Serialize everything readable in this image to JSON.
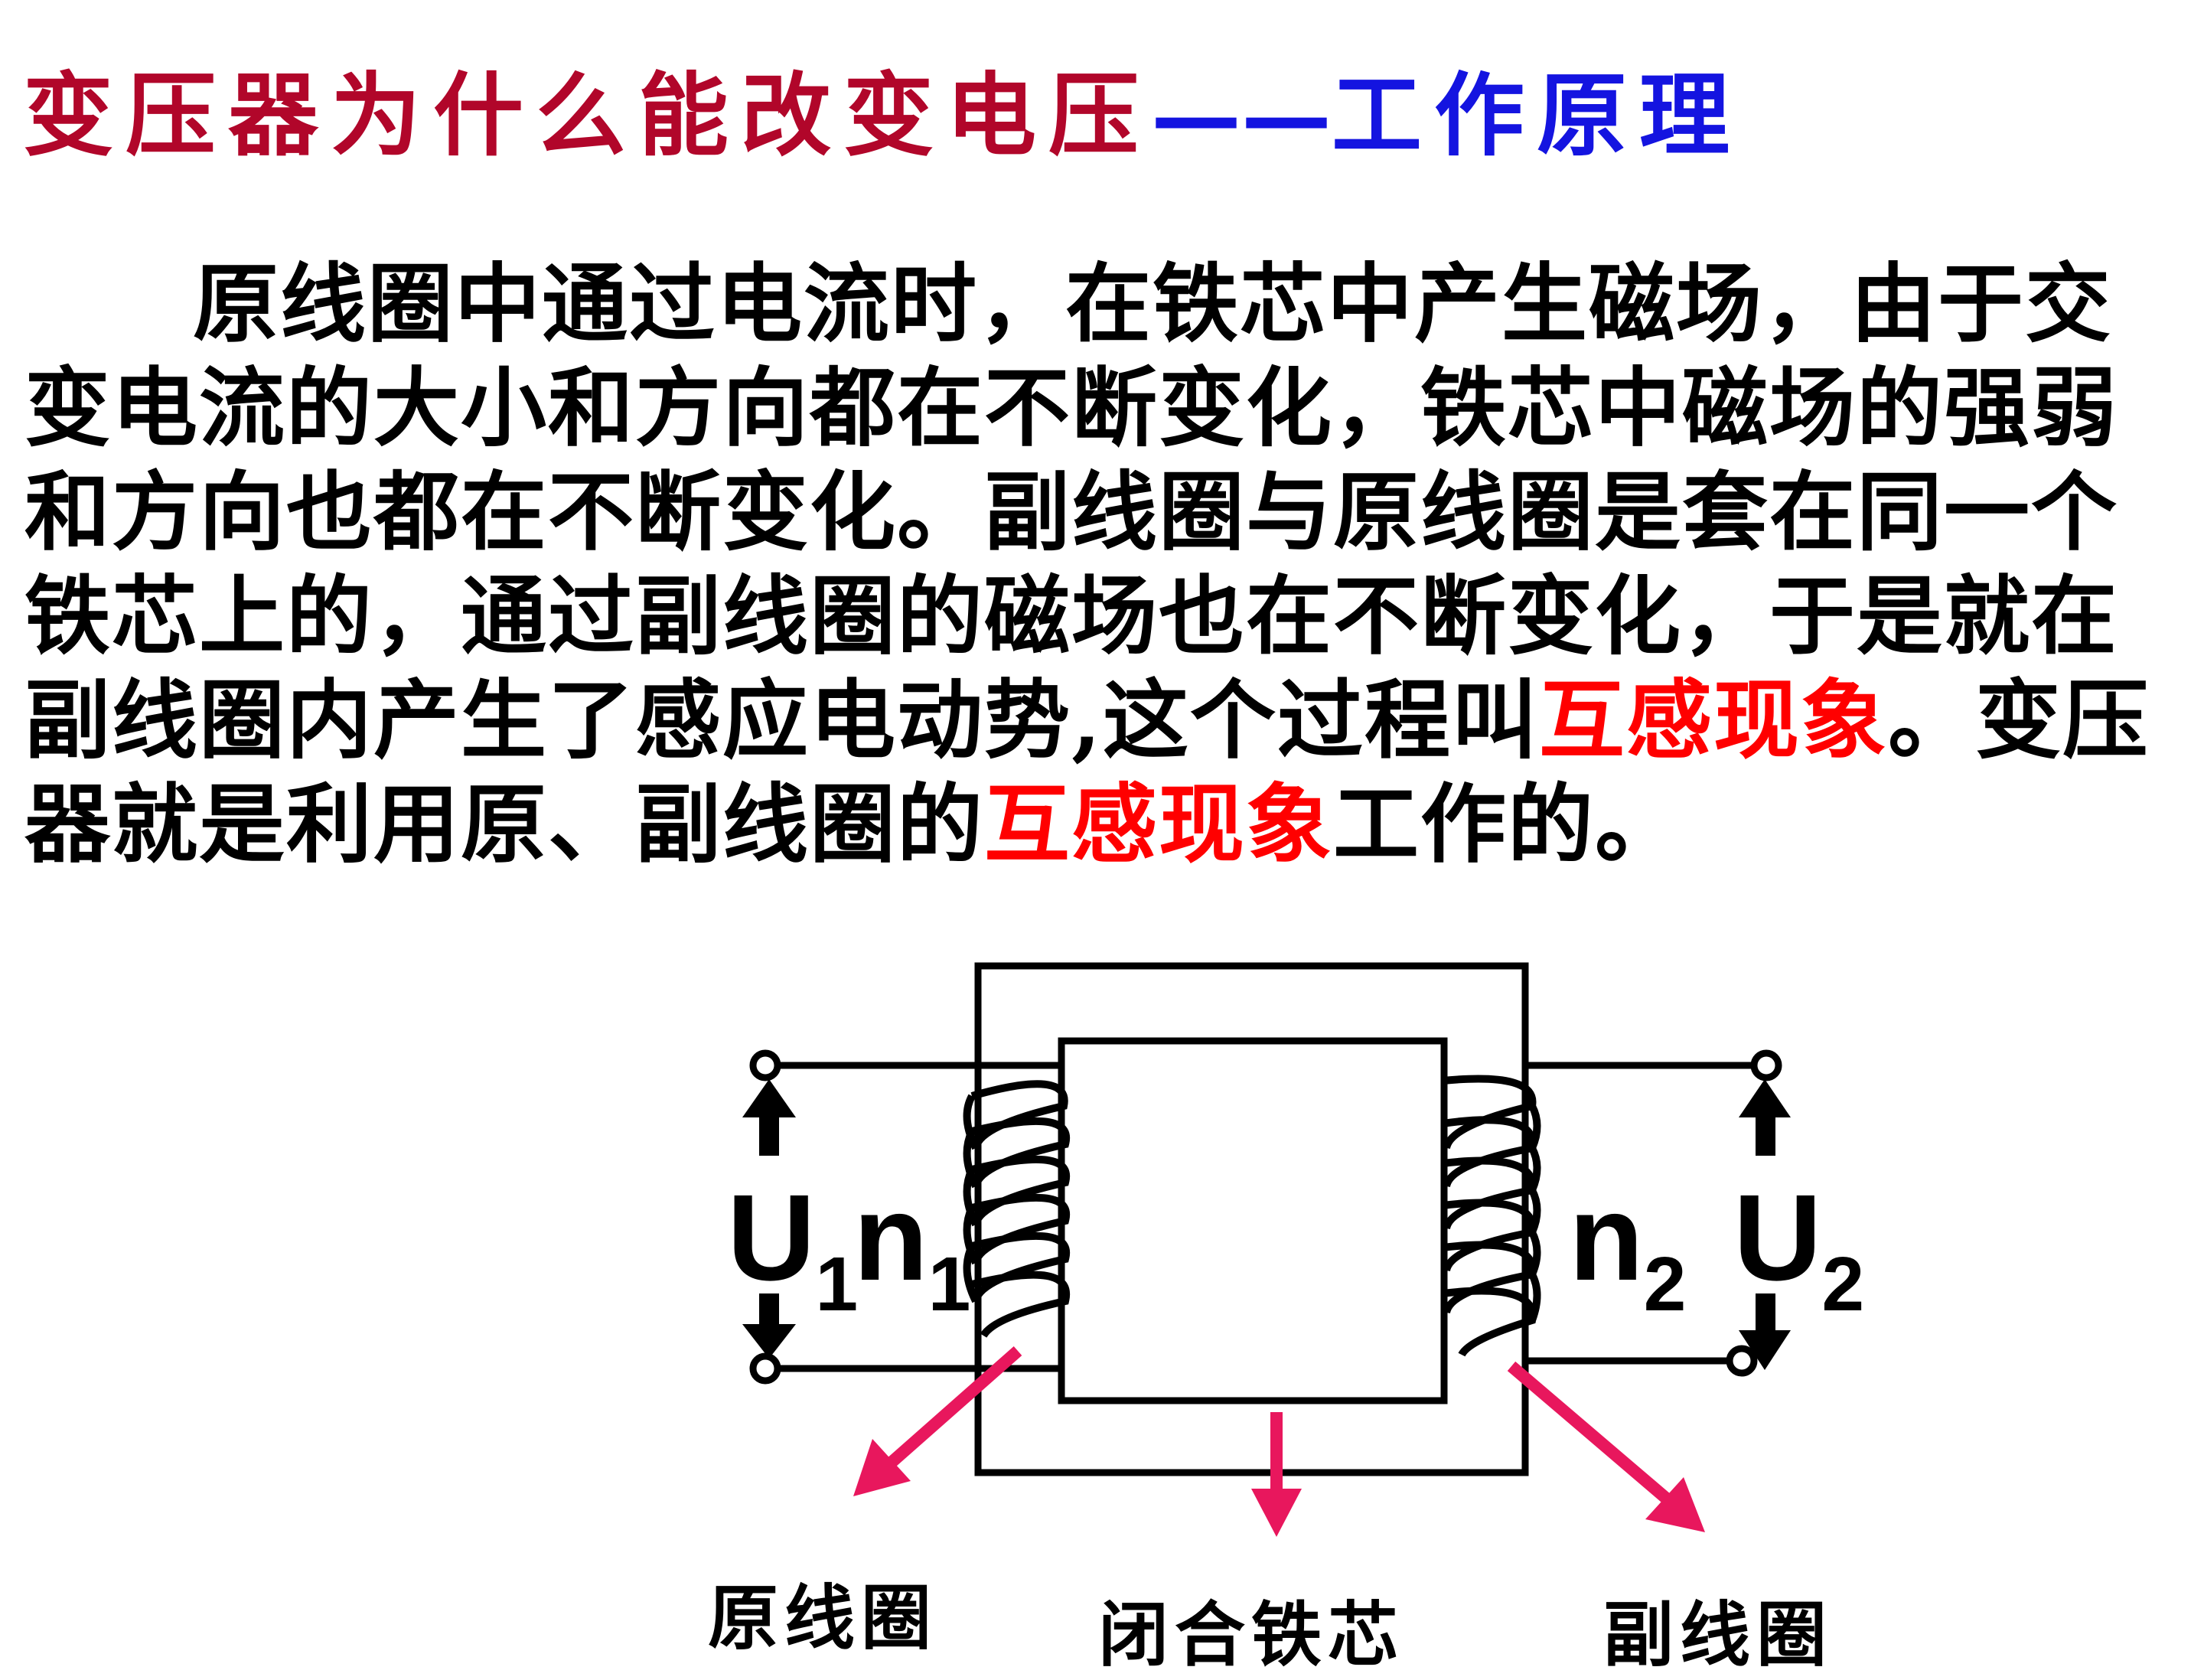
{
  "title": {
    "main": "变压器为什么能改变电压",
    "dash": "——",
    "sub": "工作原理"
  },
  "paragraph": {
    "line1": "原线圈中通过电流时，在铁芯中产生磁场，由于交",
    "line2": "变电流的大小和方向都在不断变化，铁芯中磁场的强弱",
    "line3": "和方向也都在不断变化。副线圈与原线圈是套在同一个",
    "line4": "铁芯上的，通过副线圈的磁场也在不断变化，于是就在",
    "line5a": "副线圈内产生了感应电动势,这个过程叫",
    "line5b": "互感现象",
    "line5c": "。变压",
    "line6a": "器就是利用原、副线圈的",
    "line6b": "互感现象",
    "line6c": "工作的。"
  },
  "diagram": {
    "u1": "U",
    "u1_sub": "1",
    "n1": "n",
    "n1_sub": "1",
    "n2": "n",
    "n2_sub": "2",
    "u2": "U",
    "u2_sub": "2",
    "label_primary": "原线圈",
    "label_core": "闭合铁芯",
    "label_secondary": "副线圈"
  },
  "colors": {
    "title_main": "#b1062a",
    "title_sub": "#1414e0",
    "highlight": "#ff0000",
    "arrow": "#e8175d"
  }
}
